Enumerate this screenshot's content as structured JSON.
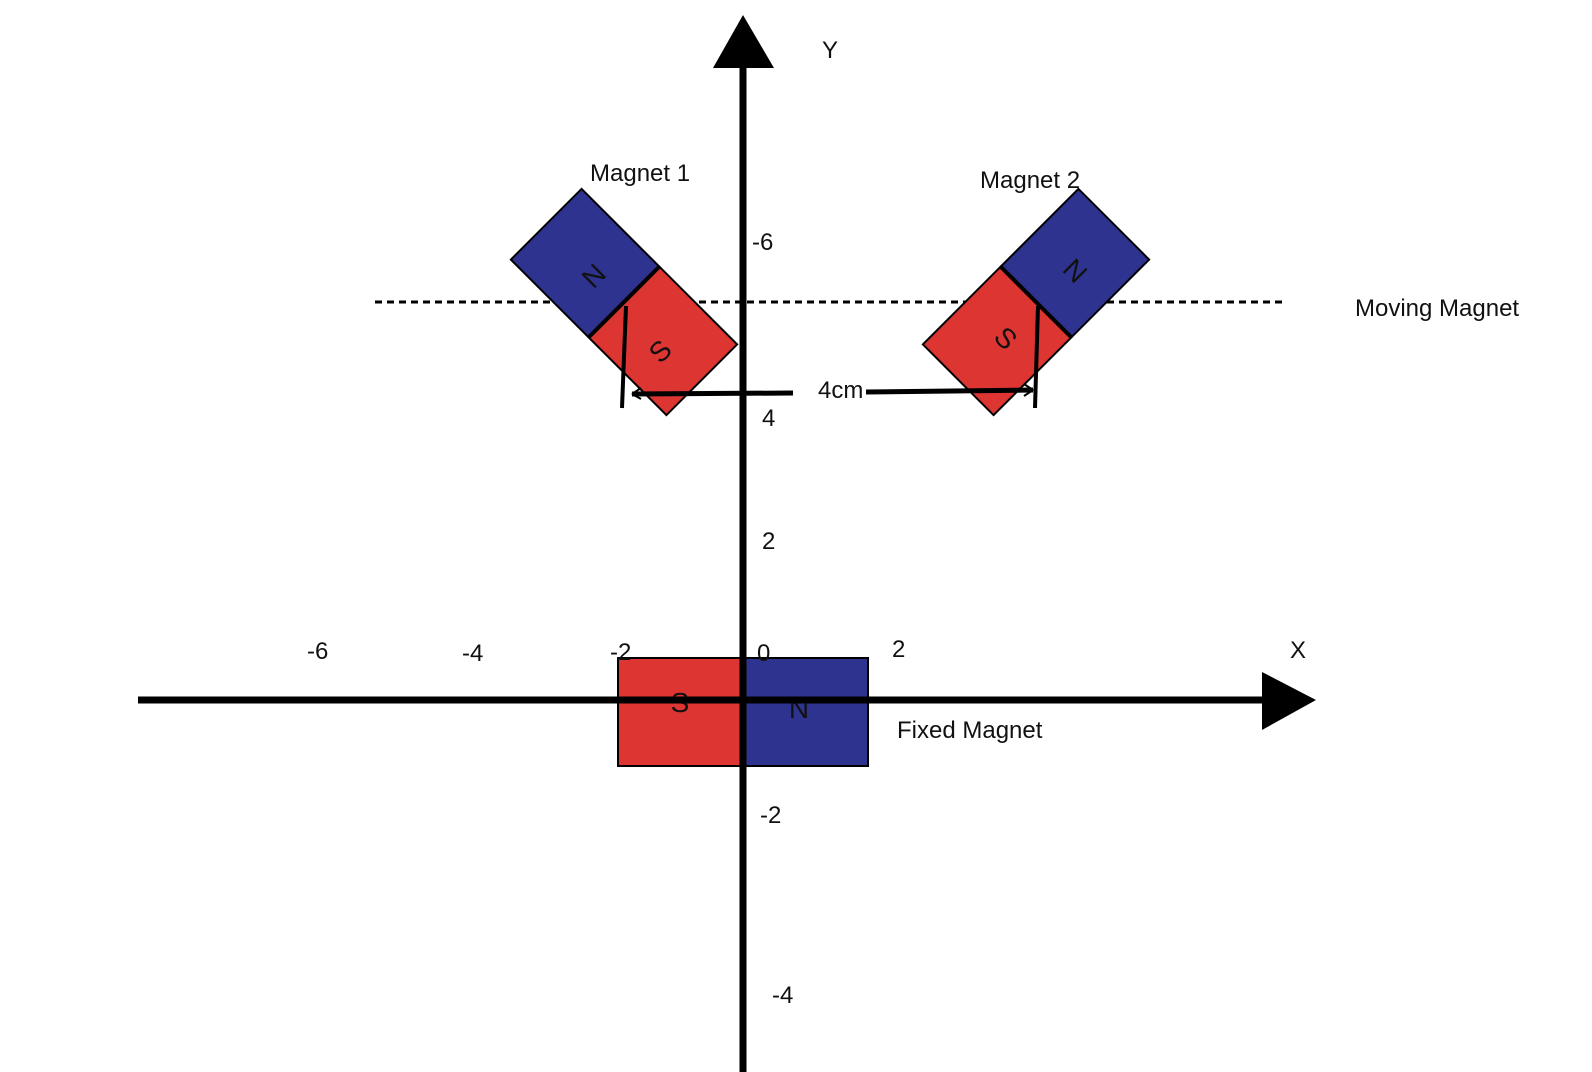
{
  "axes": {
    "x_label": "X",
    "y_label": "Y",
    "x_ticks": [
      "-6",
      "-4",
      "-2",
      "0",
      "2"
    ],
    "y_ticks": [
      "-6",
      "4",
      "2",
      "-2",
      "-4"
    ]
  },
  "magnets": {
    "magnet1": {
      "label": "Magnet 1",
      "north": "N",
      "south": "S"
    },
    "magnet2": {
      "label": "Magnet 2",
      "north": "N",
      "south": "S"
    },
    "fixed": {
      "label": "Fixed Magnet",
      "north": "N",
      "south": "S"
    }
  },
  "moving_magnet_label": "Moving Magnet",
  "distance_label": "4cm",
  "colors": {
    "north": "#2e338f",
    "south": "#dc3532",
    "axis": "#000000"
  }
}
